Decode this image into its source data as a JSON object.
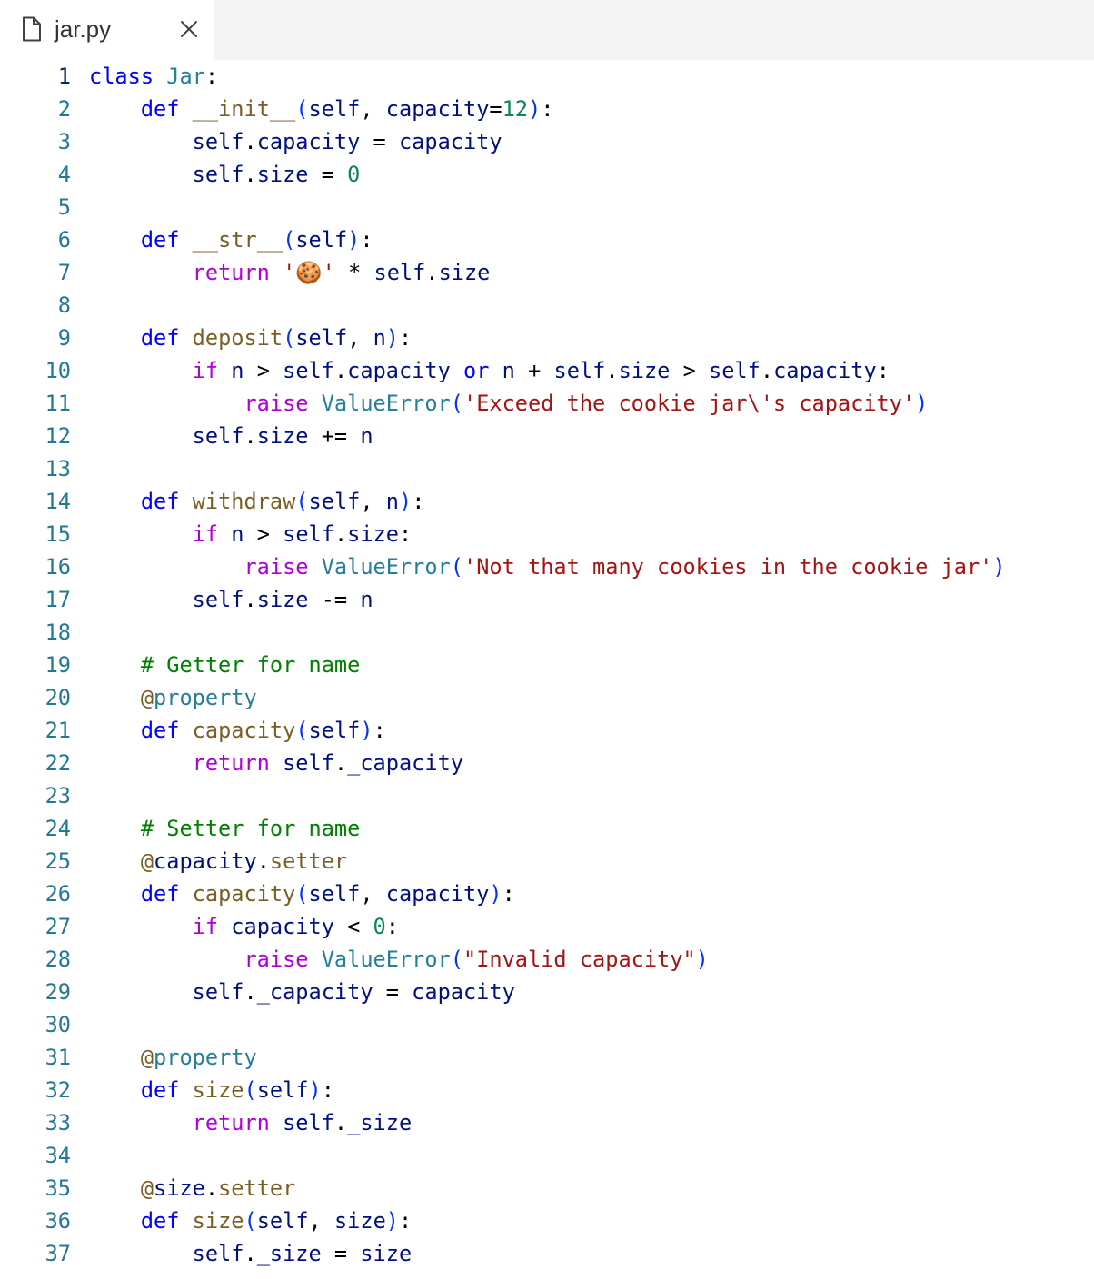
{
  "tab": {
    "filename": "jar.py",
    "file_icon": "file-icon",
    "close_icon": "close-icon"
  },
  "colors": {
    "keyword": "#0000ff",
    "control": "#af00db",
    "class": "#267f99",
    "function": "#795e26",
    "string": "#a31515",
    "number": "#098658",
    "comment": "#008000",
    "variable": "#001080",
    "line_number": "#237893"
  },
  "lines": [
    {
      "n": "1",
      "tokens": [
        [
          "kw",
          "class"
        ],
        [
          "op",
          " "
        ],
        [
          "cls",
          "Jar"
        ],
        [
          "op",
          ":"
        ]
      ]
    },
    {
      "n": "2",
      "tokens": [
        [
          "op",
          "    "
        ],
        [
          "kw",
          "def"
        ],
        [
          "op",
          " "
        ],
        [
          "fn",
          "__init__"
        ],
        [
          "br",
          "("
        ],
        [
          "var",
          "self"
        ],
        [
          "op",
          ", "
        ],
        [
          "var",
          "capacity"
        ],
        [
          "op",
          "="
        ],
        [
          "num",
          "12"
        ],
        [
          "br",
          ")"
        ],
        [
          "op",
          ":"
        ]
      ]
    },
    {
      "n": "3",
      "tokens": [
        [
          "op",
          "        "
        ],
        [
          "var",
          "self"
        ],
        [
          "op",
          "."
        ],
        [
          "var",
          "capacity"
        ],
        [
          "op",
          " = "
        ],
        [
          "var",
          "capacity"
        ]
      ]
    },
    {
      "n": "4",
      "tokens": [
        [
          "op",
          "        "
        ],
        [
          "var",
          "self"
        ],
        [
          "op",
          "."
        ],
        [
          "var",
          "size"
        ],
        [
          "op",
          " = "
        ],
        [
          "num",
          "0"
        ]
      ]
    },
    {
      "n": "5",
      "tokens": []
    },
    {
      "n": "6",
      "tokens": [
        [
          "op",
          "    "
        ],
        [
          "kw",
          "def"
        ],
        [
          "op",
          " "
        ],
        [
          "fn",
          "__str__"
        ],
        [
          "br",
          "("
        ],
        [
          "var",
          "self"
        ],
        [
          "br",
          ")"
        ],
        [
          "op",
          ":"
        ]
      ]
    },
    {
      "n": "7",
      "tokens": [
        [
          "op",
          "        "
        ],
        [
          "ctrl",
          "return"
        ],
        [
          "op",
          " "
        ],
        [
          "str",
          "'🍪'"
        ],
        [
          "op",
          " * "
        ],
        [
          "var",
          "self"
        ],
        [
          "op",
          "."
        ],
        [
          "var",
          "size"
        ]
      ]
    },
    {
      "n": "8",
      "tokens": []
    },
    {
      "n": "9",
      "tokens": [
        [
          "op",
          "    "
        ],
        [
          "kw",
          "def"
        ],
        [
          "op",
          " "
        ],
        [
          "fn",
          "deposit"
        ],
        [
          "br",
          "("
        ],
        [
          "var",
          "self"
        ],
        [
          "op",
          ", "
        ],
        [
          "var",
          "n"
        ],
        [
          "br",
          ")"
        ],
        [
          "op",
          ":"
        ]
      ]
    },
    {
      "n": "10",
      "tokens": [
        [
          "op",
          "        "
        ],
        [
          "ctrl",
          "if"
        ],
        [
          "op",
          " "
        ],
        [
          "var",
          "n"
        ],
        [
          "op",
          " > "
        ],
        [
          "var",
          "self"
        ],
        [
          "op",
          "."
        ],
        [
          "var",
          "capacity"
        ],
        [
          "op",
          " "
        ],
        [
          "kw",
          "or"
        ],
        [
          "op",
          " "
        ],
        [
          "var",
          "n"
        ],
        [
          "op",
          " + "
        ],
        [
          "var",
          "self"
        ],
        [
          "op",
          "."
        ],
        [
          "var",
          "size"
        ],
        [
          "op",
          " > "
        ],
        [
          "var",
          "self"
        ],
        [
          "op",
          "."
        ],
        [
          "var",
          "capacity"
        ],
        [
          "op",
          ":"
        ]
      ]
    },
    {
      "n": "11",
      "tokens": [
        [
          "op",
          "            "
        ],
        [
          "ctrl",
          "raise"
        ],
        [
          "op",
          " "
        ],
        [
          "cls",
          "ValueError"
        ],
        [
          "br",
          "("
        ],
        [
          "str",
          "'Exceed the cookie jar\\'s capacity'"
        ],
        [
          "br",
          ")"
        ]
      ]
    },
    {
      "n": "12",
      "tokens": [
        [
          "op",
          "        "
        ],
        [
          "var",
          "self"
        ],
        [
          "op",
          "."
        ],
        [
          "var",
          "size"
        ],
        [
          "op",
          " += "
        ],
        [
          "var",
          "n"
        ]
      ]
    },
    {
      "n": "13",
      "tokens": []
    },
    {
      "n": "14",
      "tokens": [
        [
          "op",
          "    "
        ],
        [
          "kw",
          "def"
        ],
        [
          "op",
          " "
        ],
        [
          "fn",
          "withdraw"
        ],
        [
          "br",
          "("
        ],
        [
          "var",
          "self"
        ],
        [
          "op",
          ", "
        ],
        [
          "var",
          "n"
        ],
        [
          "br",
          ")"
        ],
        [
          "op",
          ":"
        ]
      ]
    },
    {
      "n": "15",
      "tokens": [
        [
          "op",
          "        "
        ],
        [
          "ctrl",
          "if"
        ],
        [
          "op",
          " "
        ],
        [
          "var",
          "n"
        ],
        [
          "op",
          " > "
        ],
        [
          "var",
          "self"
        ],
        [
          "op",
          "."
        ],
        [
          "var",
          "size"
        ],
        [
          "op",
          ":"
        ]
      ]
    },
    {
      "n": "16",
      "tokens": [
        [
          "op",
          "            "
        ],
        [
          "ctrl",
          "raise"
        ],
        [
          "op",
          " "
        ],
        [
          "cls",
          "ValueError"
        ],
        [
          "br",
          "("
        ],
        [
          "str",
          "'Not that many cookies in the cookie jar'"
        ],
        [
          "br",
          ")"
        ]
      ]
    },
    {
      "n": "17",
      "tokens": [
        [
          "op",
          "        "
        ],
        [
          "var",
          "self"
        ],
        [
          "op",
          "."
        ],
        [
          "var",
          "size"
        ],
        [
          "op",
          " -= "
        ],
        [
          "var",
          "n"
        ]
      ]
    },
    {
      "n": "18",
      "tokens": []
    },
    {
      "n": "19",
      "tokens": [
        [
          "op",
          "    "
        ],
        [
          "com",
          "# Getter for name"
        ]
      ]
    },
    {
      "n": "20",
      "tokens": [
        [
          "op",
          "    "
        ],
        [
          "dec",
          "@"
        ],
        [
          "cls",
          "property"
        ]
      ]
    },
    {
      "n": "21",
      "tokens": [
        [
          "op",
          "    "
        ],
        [
          "kw",
          "def"
        ],
        [
          "op",
          " "
        ],
        [
          "fn",
          "capacity"
        ],
        [
          "br",
          "("
        ],
        [
          "var",
          "self"
        ],
        [
          "br",
          ")"
        ],
        [
          "op",
          ":"
        ]
      ]
    },
    {
      "n": "22",
      "tokens": [
        [
          "op",
          "        "
        ],
        [
          "ctrl",
          "return"
        ],
        [
          "op",
          " "
        ],
        [
          "var",
          "self"
        ],
        [
          "op",
          "."
        ],
        [
          "var",
          "_capacity"
        ]
      ]
    },
    {
      "n": "23",
      "tokens": []
    },
    {
      "n": "24",
      "tokens": [
        [
          "op",
          "    "
        ],
        [
          "com",
          "# Setter for name"
        ]
      ]
    },
    {
      "n": "25",
      "tokens": [
        [
          "op",
          "    "
        ],
        [
          "dec",
          "@"
        ],
        [
          "var",
          "capacity"
        ],
        [
          "op",
          "."
        ],
        [
          "fn",
          "setter"
        ]
      ]
    },
    {
      "n": "26",
      "tokens": [
        [
          "op",
          "    "
        ],
        [
          "kw",
          "def"
        ],
        [
          "op",
          " "
        ],
        [
          "fn",
          "capacity"
        ],
        [
          "br",
          "("
        ],
        [
          "var",
          "self"
        ],
        [
          "op",
          ", "
        ],
        [
          "var",
          "capacity"
        ],
        [
          "br",
          ")"
        ],
        [
          "op",
          ":"
        ]
      ]
    },
    {
      "n": "27",
      "tokens": [
        [
          "op",
          "        "
        ],
        [
          "ctrl",
          "if"
        ],
        [
          "op",
          " "
        ],
        [
          "var",
          "capacity"
        ],
        [
          "op",
          " < "
        ],
        [
          "num",
          "0"
        ],
        [
          "op",
          ":"
        ]
      ]
    },
    {
      "n": "28",
      "tokens": [
        [
          "op",
          "            "
        ],
        [
          "ctrl",
          "raise"
        ],
        [
          "op",
          " "
        ],
        [
          "cls",
          "ValueError"
        ],
        [
          "br",
          "("
        ],
        [
          "str",
          "\"Invalid capacity\""
        ],
        [
          "br",
          ")"
        ]
      ]
    },
    {
      "n": "29",
      "tokens": [
        [
          "op",
          "        "
        ],
        [
          "var",
          "self"
        ],
        [
          "op",
          "."
        ],
        [
          "var",
          "_capacity"
        ],
        [
          "op",
          " = "
        ],
        [
          "var",
          "capacity"
        ]
      ]
    },
    {
      "n": "30",
      "tokens": []
    },
    {
      "n": "31",
      "tokens": [
        [
          "op",
          "    "
        ],
        [
          "dec",
          "@"
        ],
        [
          "cls",
          "property"
        ]
      ]
    },
    {
      "n": "32",
      "tokens": [
        [
          "op",
          "    "
        ],
        [
          "kw",
          "def"
        ],
        [
          "op",
          " "
        ],
        [
          "fn",
          "size"
        ],
        [
          "br",
          "("
        ],
        [
          "var",
          "self"
        ],
        [
          "br",
          ")"
        ],
        [
          "op",
          ":"
        ]
      ]
    },
    {
      "n": "33",
      "tokens": [
        [
          "op",
          "        "
        ],
        [
          "ctrl",
          "return"
        ],
        [
          "op",
          " "
        ],
        [
          "var",
          "self"
        ],
        [
          "op",
          "."
        ],
        [
          "var",
          "_size"
        ]
      ]
    },
    {
      "n": "34",
      "tokens": []
    },
    {
      "n": "35",
      "tokens": [
        [
          "op",
          "    "
        ],
        [
          "dec",
          "@"
        ],
        [
          "var",
          "size"
        ],
        [
          "op",
          "."
        ],
        [
          "fn",
          "setter"
        ]
      ]
    },
    {
      "n": "36",
      "tokens": [
        [
          "op",
          "    "
        ],
        [
          "kw",
          "def"
        ],
        [
          "op",
          " "
        ],
        [
          "fn",
          "size"
        ],
        [
          "br",
          "("
        ],
        [
          "var",
          "self"
        ],
        [
          "op",
          ", "
        ],
        [
          "var",
          "size"
        ],
        [
          "br",
          ")"
        ],
        [
          "op",
          ":"
        ]
      ]
    },
    {
      "n": "37",
      "tokens": [
        [
          "op",
          "        "
        ],
        [
          "var",
          "self"
        ],
        [
          "op",
          "."
        ],
        [
          "var",
          "_size"
        ],
        [
          "op",
          " = "
        ],
        [
          "var",
          "size"
        ]
      ]
    }
  ]
}
